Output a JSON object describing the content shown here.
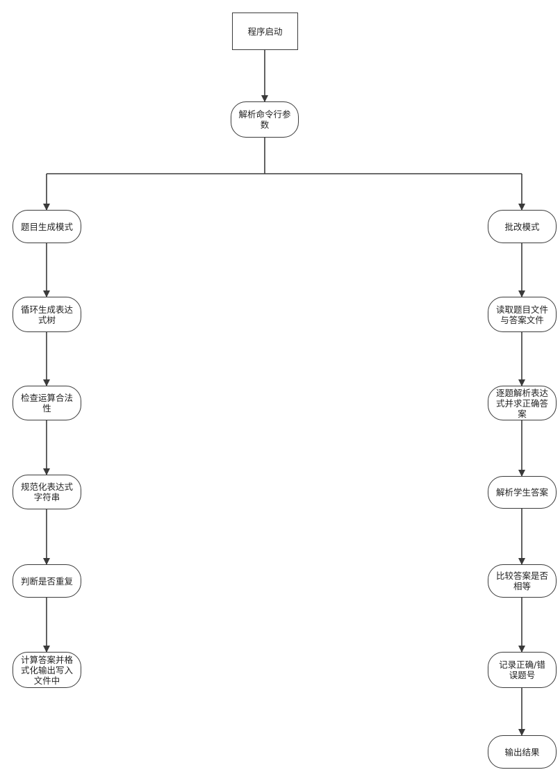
{
  "flowchart": {
    "start": "程序启动",
    "parse_args": [
      "解析命令行参",
      "数"
    ],
    "generate_branch": {
      "mode": "题目生成模式",
      "steps": [
        [
          "循环生成表达",
          "式树"
        ],
        [
          "检查运算合法",
          "性"
        ],
        [
          "规范化表达式",
          "字符串"
        ],
        [
          "判断是否重复"
        ],
        [
          "计算答案并格",
          "式化输出写入",
          "文件中"
        ]
      ]
    },
    "grade_branch": {
      "mode": "批改模式",
      "steps": [
        [
          "读取题目文件",
          "与答案文件"
        ],
        [
          "逐题解析表达",
          "式并求正确答",
          "案"
        ],
        [
          "解析学生答案"
        ],
        [
          "比较答案是否",
          "相等"
        ],
        [
          "记录正确/错",
          "误题号"
        ],
        [
          "输出结果"
        ]
      ]
    }
  }
}
